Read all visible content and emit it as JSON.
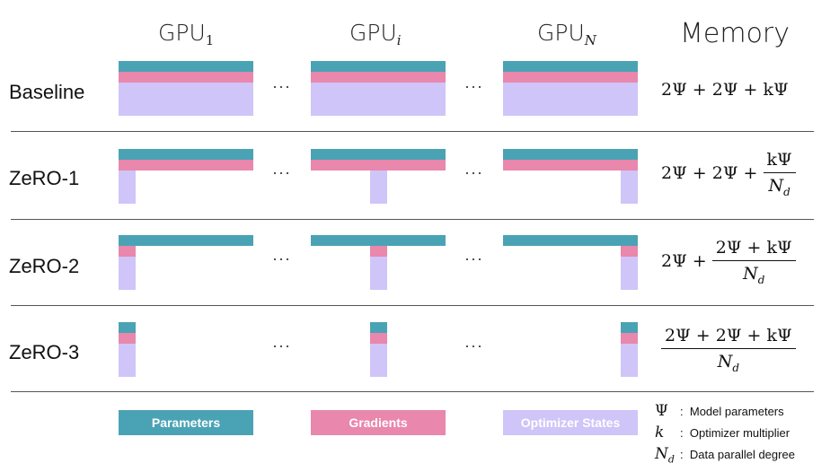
{
  "headers": {
    "gpu_first": "GPU",
    "gpu_first_sub": "1",
    "gpu_mid": "GPU",
    "gpu_mid_sub": "i",
    "gpu_last": "GPU",
    "gpu_last_sub": "N",
    "memory": "Memory"
  },
  "ellipsis": "···",
  "rows": [
    {
      "label": "Baseline",
      "formula": "2Ψ + 2Ψ + kΨ"
    },
    {
      "label": "ZeRO-1",
      "formula_prefix": "2Ψ + 2Ψ +",
      "formula_num": "kΨ",
      "formula_den": "N",
      "formula_den_sub": "d"
    },
    {
      "label": "ZeRO-2",
      "formula_prefix": "2Ψ +",
      "formula_num": "2Ψ + kΨ",
      "formula_den": "N",
      "formula_den_sub": "d"
    },
    {
      "label": "ZeRO-3",
      "formula_num": "2Ψ + 2Ψ + kΨ",
      "formula_den": "N",
      "formula_den_sub": "d"
    }
  ],
  "legend": {
    "parameters": "Parameters",
    "gradients": "Gradients",
    "optimizer": "Optimizer States"
  },
  "key": [
    {
      "symbol": "Ψ",
      "sep": ":",
      "text": "Model parameters"
    },
    {
      "symbol": "k",
      "sep": ":",
      "text": "Optimizer multiplier"
    },
    {
      "symbol": "N",
      "symbol_sub": "d",
      "sep": ":",
      "text": "Data parallel degree"
    }
  ],
  "colors": {
    "parameters": "#4aa3b4",
    "gradients": "#e987ac",
    "optimizer_states": "#cfc5f8"
  }
}
